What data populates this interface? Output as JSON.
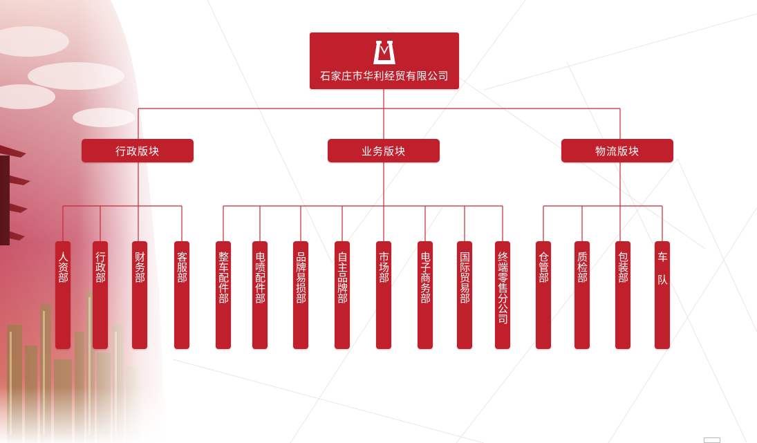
{
  "company": {
    "name": "石家庄市华利经贸有限公司",
    "logo_icon": "hualing-logo-icon"
  },
  "segments": [
    {
      "label": "行政版块",
      "departments": [
        "人资部",
        "行政部",
        "财务部",
        "客服部"
      ]
    },
    {
      "label": "业务版块",
      "departments": [
        "整车配件部",
        "电喷配件部",
        "品牌易损部",
        "自主品牌部",
        "市场部",
        "电子商务部",
        "国际贸易部",
        "终端零售分公司"
      ]
    },
    {
      "label": "物流版块",
      "departments": [
        "仓管部",
        "质检部",
        "包装部",
        "车 队"
      ]
    }
  ],
  "colors": {
    "box_fill": "#c0202b",
    "connector": "#c42a34",
    "text": "#ffffff"
  }
}
